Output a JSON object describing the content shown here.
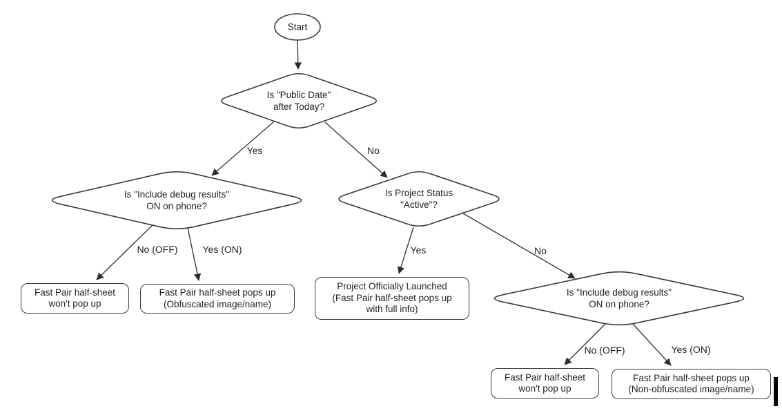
{
  "diagram": {
    "nodes": {
      "start": {
        "label": "Start"
      },
      "decision_public_date": {
        "label": "Is \"Public Date\"\nafter Today?"
      },
      "decision_debug_left": {
        "label": "Is \"Include debug results\"\nON on phone?"
      },
      "decision_project_status": {
        "label": "Is Project Status\n\"Active\"?"
      },
      "decision_debug_right": {
        "label": "Is \"Include debug results\"\nON on phone?"
      },
      "outcome_no_popup_left": {
        "label": "Fast Pair half-sheet\nwon't pop up"
      },
      "outcome_obfuscated": {
        "label": "Fast Pair half-sheet pops up\n(Obfuscated image/name)"
      },
      "outcome_launched": {
        "label": "Project Officially Launched\n(Fast Pair half-sheet pops up\nwith full info)"
      },
      "outcome_no_popup_right": {
        "label": "Fast Pair half-sheet\nwon't pop up"
      },
      "outcome_non_obfuscated": {
        "label": "Fast Pair half-sheet pops up\n(Non-obfuscated image/name)"
      }
    },
    "edges": {
      "public_date_yes": "Yes",
      "public_date_no": "No",
      "debug_left_no": "No (OFF)",
      "debug_left_yes": "Yes (ON)",
      "project_status_yes": "Yes",
      "project_status_no": "No",
      "debug_right_no": "No (OFF)",
      "debug_right_yes": "Yes (ON)"
    },
    "colors": {
      "stroke": "#3a3a3a",
      "text": "#1f1f1f",
      "background": "#ffffff",
      "cursor": "#000000"
    }
  }
}
